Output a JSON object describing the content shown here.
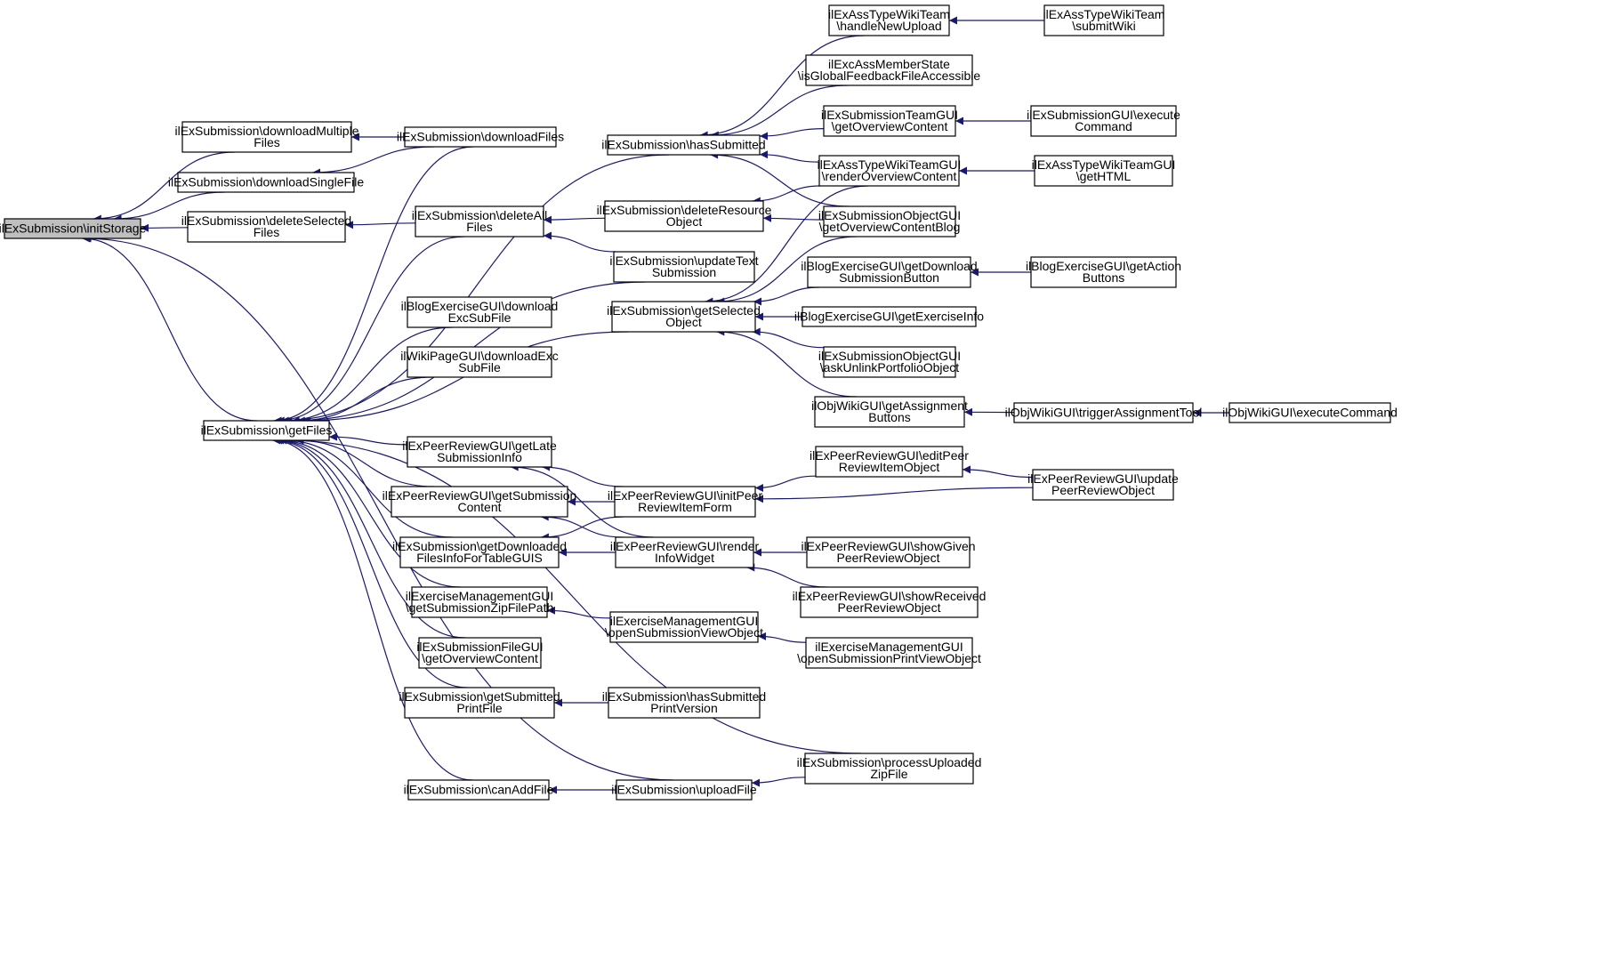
{
  "colors": {
    "edge": "#191970",
    "node_border": "#000000",
    "node_fill": "#ffffff",
    "root_fill": "#bfbfbf",
    "background": "#ffffff"
  },
  "nodes": [
    {
      "id": "initStorage",
      "lines": [
        "ilExSubmission\\initStorage"
      ],
      "root": true
    },
    {
      "id": "downloadMultipleFiles",
      "lines": [
        "ilExSubmission\\downloadMultiple",
        "Files"
      ]
    },
    {
      "id": "downloadSingleFile",
      "lines": [
        "ilExSubmission\\downloadSingleFile"
      ]
    },
    {
      "id": "deleteSelectedFiles",
      "lines": [
        "ilExSubmission\\deleteSelected",
        "Files"
      ]
    },
    {
      "id": "getFiles",
      "lines": [
        "ilExSubmission\\getFiles"
      ]
    },
    {
      "id": "downloadFiles",
      "lines": [
        "ilExSubmission\\downloadFiles"
      ]
    },
    {
      "id": "deleteAllFiles",
      "lines": [
        "ilExSubmission\\deleteAll",
        "Files"
      ]
    },
    {
      "id": "blogDownloadExcSubFile",
      "lines": [
        "ilBlogExerciseGUI\\download",
        "ExcSubFile"
      ]
    },
    {
      "id": "wikiDownloadExcSubFile",
      "lines": [
        "ilWikiPageGUI\\downloadExc",
        "SubFile"
      ]
    },
    {
      "id": "getLateSubmissionInfo",
      "lines": [
        "ilExPeerReviewGUI\\getLate",
        "SubmissionInfo"
      ]
    },
    {
      "id": "getSubmissionContent",
      "lines": [
        "ilExPeerReviewGUI\\getSubmission",
        "Content"
      ]
    },
    {
      "id": "getDownloadedFilesInfo",
      "lines": [
        "ilExSubmission\\getDownloaded",
        "FilesInfoForTableGUIS"
      ]
    },
    {
      "id": "getSubmissionZipFilePath",
      "lines": [
        "ilExerciseManagementGUI",
        "\\getSubmissionZipFilePath"
      ]
    },
    {
      "id": "fileGuiGetOverviewContent",
      "lines": [
        "ilExSubmissionFileGUI",
        "\\getOverviewContent"
      ]
    },
    {
      "id": "getSubmittedPrintFile",
      "lines": [
        "ilExSubmission\\getSubmitted",
        "PrintFile"
      ]
    },
    {
      "id": "canAddFile",
      "lines": [
        "ilExSubmission\\canAddFile"
      ]
    },
    {
      "id": "hasSubmitted",
      "lines": [
        "ilExSubmission\\hasSubmitted"
      ]
    },
    {
      "id": "deleteResourceObject",
      "lines": [
        "ilExSubmission\\deleteResource",
        "Object"
      ]
    },
    {
      "id": "updateTextSubmission",
      "lines": [
        "ilExSubmission\\updateText",
        "Submission"
      ]
    },
    {
      "id": "getSelectedObject",
      "lines": [
        "ilExSubmission\\getSelected",
        "Object"
      ]
    },
    {
      "id": "initPeerReviewItemForm",
      "lines": [
        "ilExPeerReviewGUI\\initPeer",
        "ReviewItemForm"
      ]
    },
    {
      "id": "renderInfoWidget",
      "lines": [
        "ilExPeerReviewGUI\\render",
        "InfoWidget"
      ]
    },
    {
      "id": "openSubmissionViewObject",
      "lines": [
        "ilExerciseManagementGUI",
        "\\openSubmissionViewObject"
      ]
    },
    {
      "id": "hasSubmittedPrintVersion",
      "lines": [
        "ilExSubmission\\hasSubmitted",
        "PrintVersion"
      ]
    },
    {
      "id": "uploadFile",
      "lines": [
        "ilExSubmission\\uploadFile"
      ]
    },
    {
      "id": "wikiTeamHandleNewUpload",
      "lines": [
        "ilExAssTypeWikiTeam",
        "\\handleNewUpload"
      ]
    },
    {
      "id": "isGlobalFeedbackFileAccessible",
      "lines": [
        "ilExcAssMemberState",
        "\\isGlobalFeedbackFileAccessible"
      ]
    },
    {
      "id": "teamGuiGetOverviewContent",
      "lines": [
        "ilExSubmissionTeamGUI",
        "\\getOverviewContent"
      ]
    },
    {
      "id": "wikiTeamGuiRenderOverviewContent",
      "lines": [
        "ilExAssTypeWikiTeamGUI",
        "\\renderOverviewContent"
      ]
    },
    {
      "id": "objectGuiGetOverviewContentBlog",
      "lines": [
        "ilExSubmissionObjectGUI",
        "\\getOverviewContentBlog"
      ]
    },
    {
      "id": "blogGetDownloadSubmissionButton",
      "lines": [
        "ilBlogExerciseGUI\\getDownload",
        "SubmissionButton"
      ]
    },
    {
      "id": "blogGetExerciseInfo",
      "lines": [
        "ilBlogExerciseGUI\\getExerciseInfo"
      ]
    },
    {
      "id": "askUnlinkPortfolioObject",
      "lines": [
        "ilExSubmissionObjectGUI",
        "\\askUnlinkPortfolioObject"
      ]
    },
    {
      "id": "objWikiGetAssignmentButtons",
      "lines": [
        "ilObjWikiGUI\\getAssignment",
        "Buttons"
      ]
    },
    {
      "id": "editPeerReviewItemObject",
      "lines": [
        "ilExPeerReviewGUI\\editPeer",
        "ReviewItemObject"
      ]
    },
    {
      "id": "showGivenPeerReviewObject",
      "lines": [
        "ilExPeerReviewGUI\\showGiven",
        "PeerReviewObject"
      ]
    },
    {
      "id": "showReceivedPeerReviewObject",
      "lines": [
        "ilExPeerReviewGUI\\showReceived",
        "PeerReviewObject"
      ]
    },
    {
      "id": "openSubmissionPrintViewObject",
      "lines": [
        "ilExerciseManagementGUI",
        "\\openSubmissionPrintViewObject"
      ]
    },
    {
      "id": "processUploadedZipFile",
      "lines": [
        "ilExSubmission\\processUploaded",
        "ZipFile"
      ]
    },
    {
      "id": "wikiTeamSubmitWiki",
      "lines": [
        "ilExAssTypeWikiTeam",
        "\\submitWiki"
      ]
    },
    {
      "id": "submissionGuiExecuteCommand",
      "lines": [
        "ilExSubmissionGUI\\execute",
        "Command"
      ]
    },
    {
      "id": "wikiTeamGuiGetHTML",
      "lines": [
        "ilExAssTypeWikiTeamGUI",
        "\\getHTML"
      ]
    },
    {
      "id": "blogGetActionButtons",
      "lines": [
        "ilBlogExerciseGUI\\getAction",
        "Buttons"
      ]
    },
    {
      "id": "objWikiTriggerAssignmentTool",
      "lines": [
        "ilObjWikiGUI\\triggerAssignmentTool"
      ]
    },
    {
      "id": "updatePeerReviewObject",
      "lines": [
        "ilExPeerReviewGUI\\update",
        "PeerReviewObject"
      ]
    },
    {
      "id": "objWikiExecuteCommand",
      "lines": [
        "ilObjWikiGUI\\executeCommand"
      ]
    }
  ],
  "edges": [
    {
      "from": "downloadMultipleFiles",
      "to": "initStorage"
    },
    {
      "from": "downloadSingleFile",
      "to": "initStorage"
    },
    {
      "from": "deleteSelectedFiles",
      "to": "initStorage"
    },
    {
      "from": "getFiles",
      "to": "initStorage"
    },
    {
      "from": "uploadFile",
      "to": "initStorage"
    },
    {
      "from": "downloadFiles",
      "to": "downloadMultipleFiles"
    },
    {
      "from": "downloadFiles",
      "to": "downloadSingleFile"
    },
    {
      "from": "deleteAllFiles",
      "to": "deleteSelectedFiles"
    },
    {
      "from": "downloadFiles",
      "to": "getFiles"
    },
    {
      "from": "hasSubmitted",
      "to": "getFiles"
    },
    {
      "from": "deleteAllFiles",
      "to": "getFiles"
    },
    {
      "from": "updateTextSubmission",
      "to": "getFiles"
    },
    {
      "from": "blogDownloadExcSubFile",
      "to": "getFiles"
    },
    {
      "from": "wikiDownloadExcSubFile",
      "to": "getFiles"
    },
    {
      "from": "getSelectedObject",
      "to": "getFiles"
    },
    {
      "from": "getLateSubmissionInfo",
      "to": "getFiles"
    },
    {
      "from": "getSubmissionContent",
      "to": "getFiles"
    },
    {
      "from": "getDownloadedFilesInfo",
      "to": "getFiles"
    },
    {
      "from": "getSubmissionZipFilePath",
      "to": "getFiles"
    },
    {
      "from": "fileGuiGetOverviewContent",
      "to": "getFiles"
    },
    {
      "from": "getSubmittedPrintFile",
      "to": "getFiles"
    },
    {
      "from": "processUploadedZipFile",
      "to": "getFiles"
    },
    {
      "from": "canAddFile",
      "to": "getFiles"
    },
    {
      "from": "deleteResourceObject",
      "to": "deleteAllFiles"
    },
    {
      "from": "updateTextSubmission",
      "to": "deleteAllFiles"
    },
    {
      "from": "initPeerReviewItemForm",
      "to": "getLateSubmissionInfo"
    },
    {
      "from": "renderInfoWidget",
      "to": "getLateSubmissionInfo"
    },
    {
      "from": "initPeerReviewItemForm",
      "to": "getSubmissionContent"
    },
    {
      "from": "renderInfoWidget",
      "to": "getSubmissionContent"
    },
    {
      "from": "initPeerReviewItemForm",
      "to": "getDownloadedFilesInfo"
    },
    {
      "from": "renderInfoWidget",
      "to": "getDownloadedFilesInfo"
    },
    {
      "from": "openSubmissionViewObject",
      "to": "getSubmissionZipFilePath"
    },
    {
      "from": "hasSubmittedPrintVersion",
      "to": "getSubmittedPrintFile"
    },
    {
      "from": "uploadFile",
      "to": "canAddFile"
    },
    {
      "from": "wikiTeamHandleNewUpload",
      "to": "hasSubmitted"
    },
    {
      "from": "isGlobalFeedbackFileAccessible",
      "to": "hasSubmitted"
    },
    {
      "from": "teamGuiGetOverviewContent",
      "to": "hasSubmitted"
    },
    {
      "from": "wikiTeamGuiRenderOverviewContent",
      "to": "hasSubmitted"
    },
    {
      "from": "objectGuiGetOverviewContentBlog",
      "to": "hasSubmitted"
    },
    {
      "from": "wikiTeamGuiRenderOverviewContent",
      "to": "deleteResourceObject"
    },
    {
      "from": "objectGuiGetOverviewContentBlog",
      "to": "deleteResourceObject"
    },
    {
      "from": "wikiTeamGuiRenderOverviewContent",
      "to": "getSelectedObject"
    },
    {
      "from": "objectGuiGetOverviewContentBlog",
      "to": "getSelectedObject"
    },
    {
      "from": "blogGetDownloadSubmissionButton",
      "to": "getSelectedObject"
    },
    {
      "from": "blogGetExerciseInfo",
      "to": "getSelectedObject"
    },
    {
      "from": "askUnlinkPortfolioObject",
      "to": "getSelectedObject"
    },
    {
      "from": "objWikiGetAssignmentButtons",
      "to": "getSelectedObject"
    },
    {
      "from": "editPeerReviewItemObject",
      "to": "initPeerReviewItemForm"
    },
    {
      "from": "updatePeerReviewObject",
      "to": "initPeerReviewItemForm"
    },
    {
      "from": "showGivenPeerReviewObject",
      "to": "renderInfoWidget"
    },
    {
      "from": "showReceivedPeerReviewObject",
      "to": "renderInfoWidget"
    },
    {
      "from": "openSubmissionPrintViewObject",
      "to": "openSubmissionViewObject"
    },
    {
      "from": "processUploadedZipFile",
      "to": "uploadFile"
    },
    {
      "from": "wikiTeamSubmitWiki",
      "to": "wikiTeamHandleNewUpload"
    },
    {
      "from": "submissionGuiExecuteCommand",
      "to": "teamGuiGetOverviewContent"
    },
    {
      "from": "wikiTeamGuiGetHTML",
      "to": "wikiTeamGuiRenderOverviewContent"
    },
    {
      "from": "blogGetActionButtons",
      "to": "blogGetDownloadSubmissionButton"
    },
    {
      "from": "objWikiTriggerAssignmentTool",
      "to": "objWikiGetAssignmentButtons"
    },
    {
      "from": "updatePeerReviewObject",
      "to": "editPeerReviewItemObject"
    },
    {
      "from": "objWikiExecuteCommand",
      "to": "objWikiTriggerAssignmentTool"
    }
  ]
}
